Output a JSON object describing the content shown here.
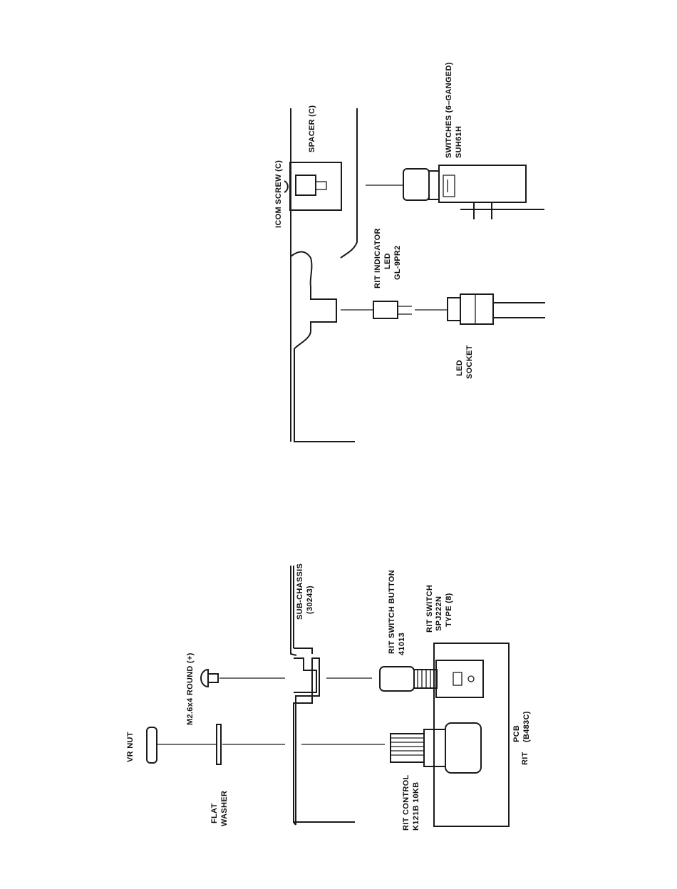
{
  "labels": {
    "vr_nut": "VR NUT",
    "flat_washer_1": "FLAT",
    "flat_washer_2": "WASHER",
    "screw": "M2.6x4 ROUND (+)",
    "sub_chassis_1": "SUB-CHASSIS",
    "sub_chassis_2": "(30243)",
    "rit_switch_button_1": "RIT SWITCH BUTTON",
    "rit_switch_button_2": "41013",
    "rit_switch_1": "RIT SWITCH",
    "rit_switch_2": "SPJ222N",
    "rit_switch_3": "TYPE (8)",
    "rit_pcb_1": "RIT",
    "rit_pcb_2": "PCB",
    "rit_pcb_3": "(B483C)",
    "rit_control_1": "RIT CONTROL",
    "rit_control_2": "K121B 10KB",
    "icom_screw": "ICOM SCREW (C)",
    "spacer": "SPACER (C)",
    "switches_1": "SWITCHES (6–GANGED)",
    "switches_2": "SUH61H",
    "rit_led_1": "RIT INDICATOR",
    "rit_led_2": "LED",
    "rit_led_3": "GL-9PR2",
    "led_socket_1": "LED",
    "led_socket_2": "SOCKET"
  }
}
